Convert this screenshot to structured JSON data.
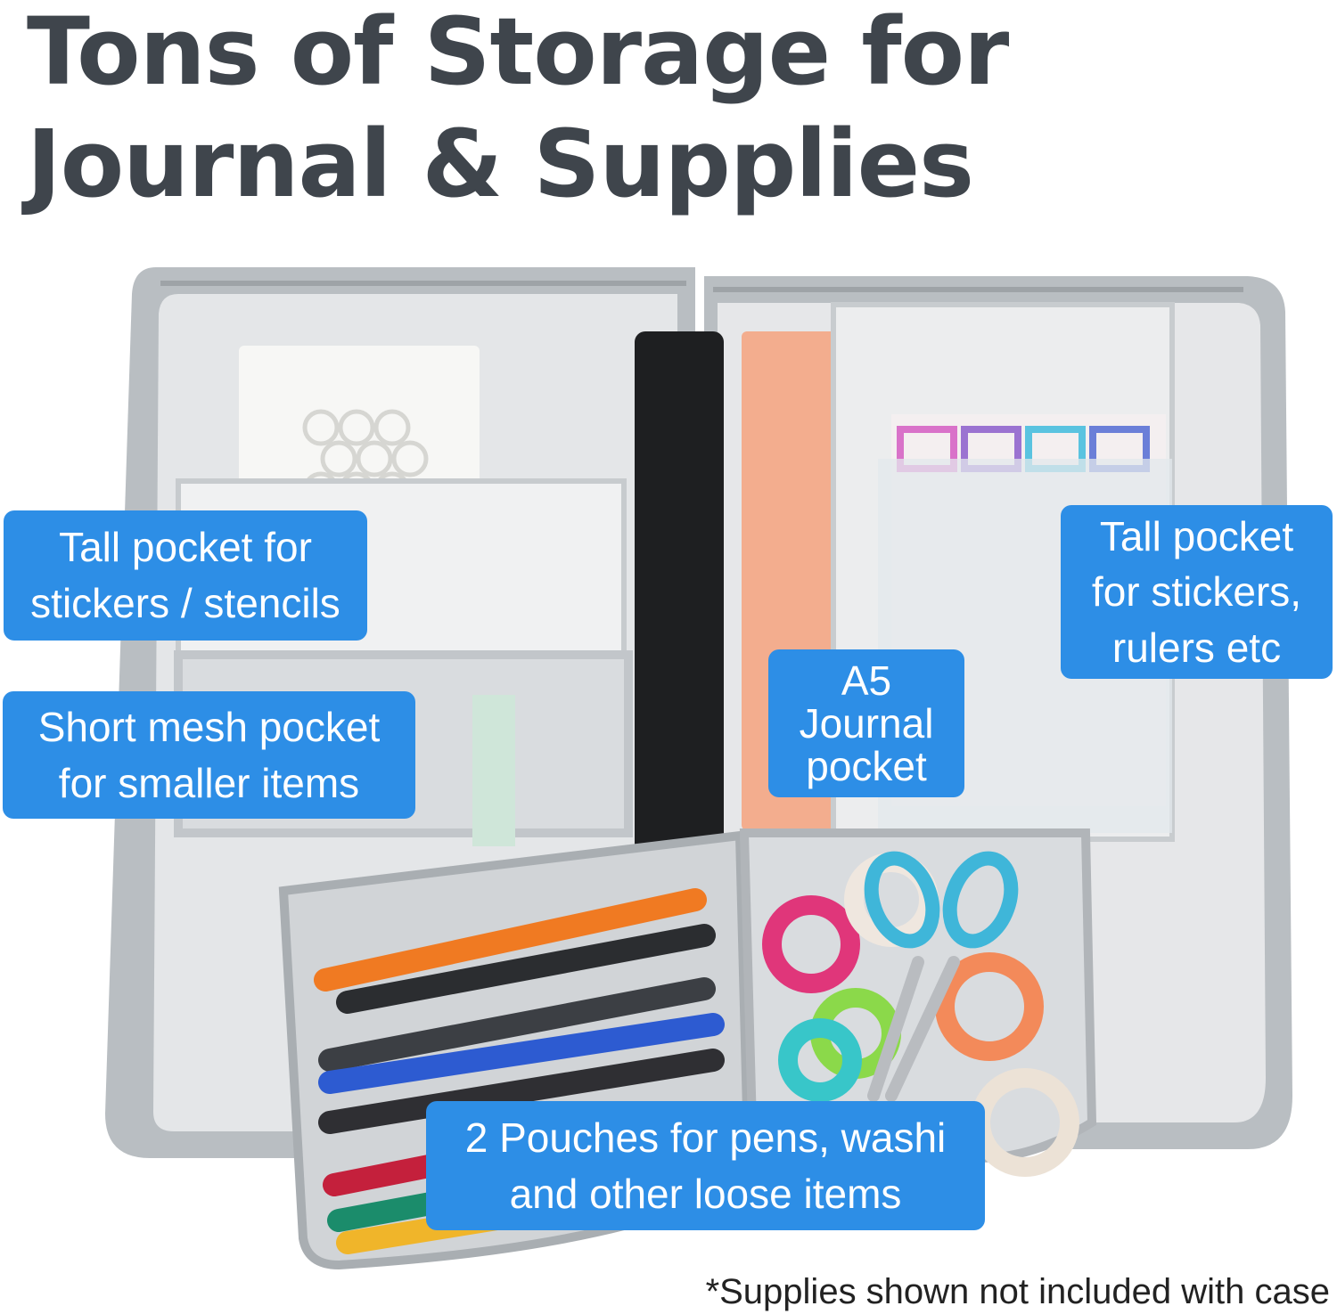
{
  "headline": {
    "line1": "Tons of Storage for",
    "line2": "Journal & Supplies"
  },
  "callouts": [
    {
      "id": "tall-pocket-left",
      "text": "Tall pocket for\nstickers / stencils"
    },
    {
      "id": "short-mesh-pocket",
      "text": "Short mesh pocket\nfor smaller items"
    },
    {
      "id": "a5-journal-pocket",
      "text": "A5\nJournal\npocket"
    },
    {
      "id": "tall-pocket-right",
      "text": "Tall pocket\nfor stickers,\nrulers etc"
    },
    {
      "id": "pouches",
      "text": "2 Pouches for pens, washi\nand other loose items"
    }
  ],
  "disclaimer": "*Supplies shown not included with case",
  "colors": {
    "callout_bg": "#2d8ee6",
    "headline": "#3f454c",
    "case_gray": "#b9bec2",
    "lining": "#e4e6e8",
    "journal_peach": "#f3ad8e",
    "elastic_black": "#1e1f21"
  }
}
